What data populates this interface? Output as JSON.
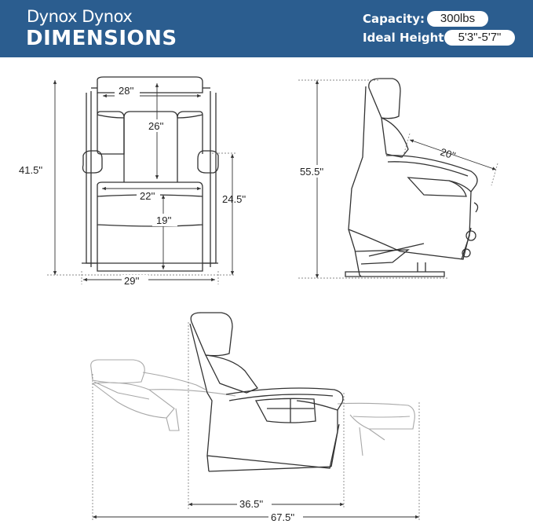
{
  "header": {
    "brand": "Dynox Dynox",
    "title": "DIMENSIONS",
    "capacity_label": "Capacity:",
    "capacity_value": "300lbs",
    "height_label": "Ideal Height:",
    "height_value": "5'3\"-5'7\""
  },
  "front_view": {
    "back_width": "28''",
    "backrest_height": "26''",
    "total_height": "41.5''",
    "seat_width": "22''",
    "seat_depth": "19''",
    "arm_height": "24.5''",
    "total_width": "29''"
  },
  "side_view": {
    "total_height": "55.5''",
    "seat_depth": "20''"
  },
  "recline_view": {
    "upright_depth": "36.5''",
    "reclined_depth": "67.5''"
  },
  "colors": {
    "banner": "#2b5d8f",
    "line": "#333333",
    "ghost": "#9a9a9a"
  }
}
